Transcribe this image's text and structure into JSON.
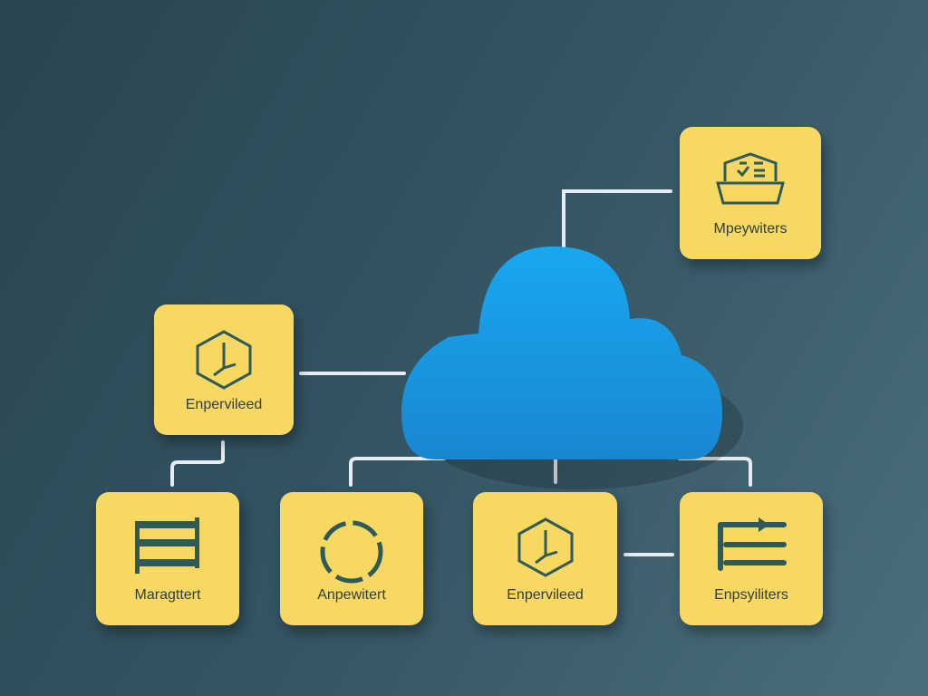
{
  "nodes": {
    "top_right": {
      "label": "Mpeywiters",
      "icon": "server-box-icon"
    },
    "left_mid": {
      "label": "Enpervileed",
      "icon": "hexagon-clock-icon"
    },
    "bottom_1": {
      "label": "Maragttert",
      "icon": "stacked-bars-icon"
    },
    "bottom_2": {
      "label": "Anpewitert",
      "icon": "cycle-arrows-icon"
    },
    "bottom_3": {
      "label": "Enpervileed",
      "icon": "hexagon-clock-icon"
    },
    "bottom_4": {
      "label": "Enpsyiliters",
      "icon": "arrow-lines-icon"
    }
  },
  "colors": {
    "node": "#f7d862",
    "cloud": "#1c9be6",
    "icon": "#2f5a5a",
    "wire": "#e6ecef"
  }
}
